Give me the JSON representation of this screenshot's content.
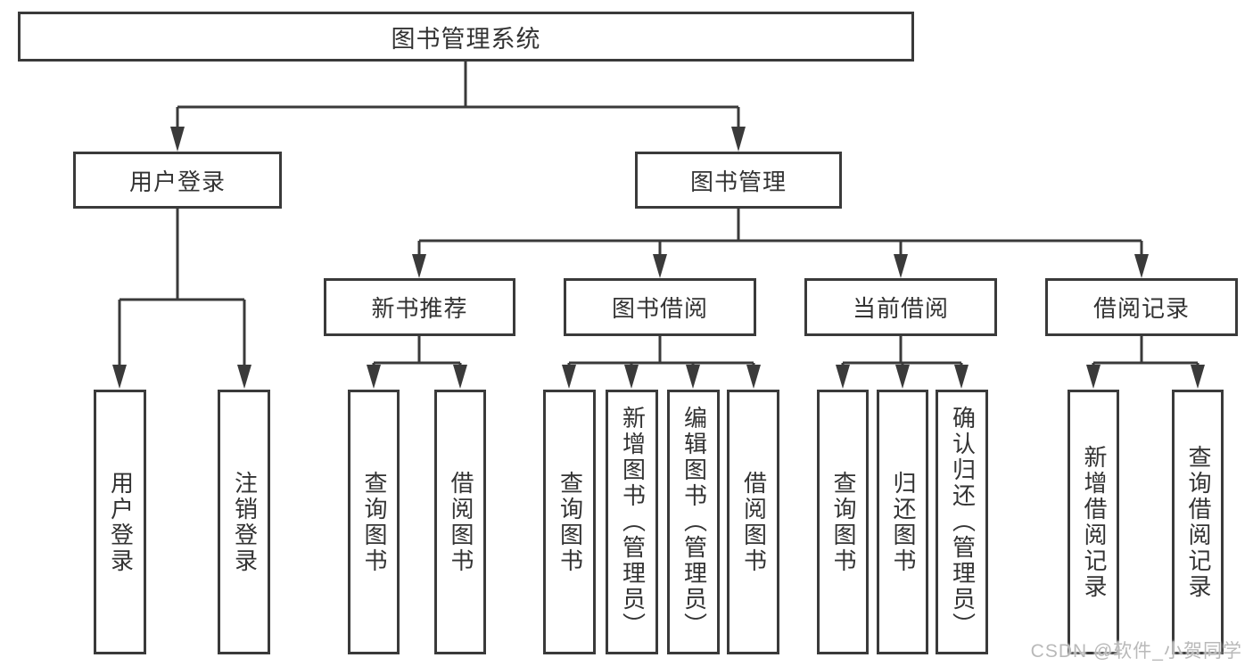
{
  "diagram": {
    "root": "图书管理系统",
    "level1": [
      "用户登录",
      "图书管理"
    ],
    "level2": [
      "新书推荐",
      "图书借阅",
      "当前借阅",
      "借阅记录"
    ],
    "leaves": {
      "user_login": [
        "用户登录",
        "注销登录"
      ],
      "new_book_recommend": [
        "查询图书",
        "借阅图书"
      ],
      "book_borrow": [
        "查询图书",
        "新增图书（管理员）",
        "编辑图书（管理员）",
        "借阅图书"
      ],
      "current_borrow": [
        "查询图书",
        "归还图书",
        "确认归还（管理员）"
      ],
      "borrow_records": [
        "新增借阅记录",
        "查询借阅记录"
      ]
    },
    "watermark": "CSDN @软件_小贺同学"
  },
  "colors": {
    "line": "#3a3a3a",
    "text": "#333333",
    "background": "#ffffff",
    "watermark": "#b9b9b9"
  }
}
